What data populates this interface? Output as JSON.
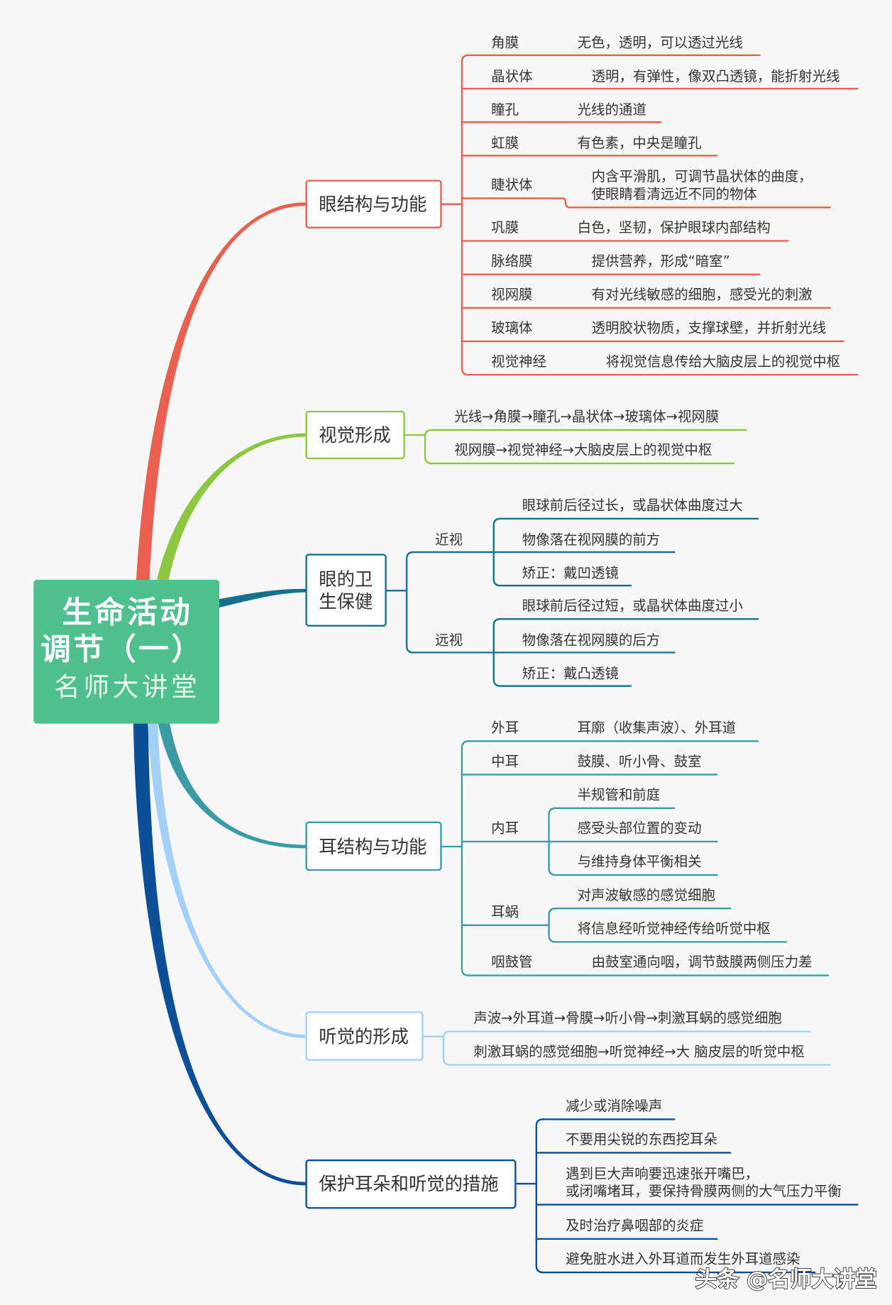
{
  "central": {
    "title_lines": [
      "生命活动",
      "调节（一）"
    ],
    "subtitle": "名师大讲堂",
    "color": "#4fc08d"
  },
  "eye_structure": {
    "title": "眼结构与功能",
    "color": "#e9604e",
    "items": [
      {
        "part": "角膜",
        "desc": "无色，透明，可以透过光线"
      },
      {
        "part": "晶状体",
        "desc": "透明，有弹性，像双凸透镜，能折射光线"
      },
      {
        "part": "瞳孔",
        "desc": "光线的通道"
      },
      {
        "part": "虹膜",
        "desc": "有色素，中央是瞳孔"
      },
      {
        "part": "睫状体",
        "desc_lines": [
          "内含平滑肌，可调节晶状体的曲度，",
          "使眼睛看清远近不同的物体"
        ]
      },
      {
        "part": "巩膜",
        "desc": "白色，坚韧，保护眼球内部结构"
      },
      {
        "part": "脉络膜",
        "desc": "提供营养，形成“暗室”"
      },
      {
        "part": "视网膜",
        "desc": "有对光线敏感的细胞，感受光的刺激"
      },
      {
        "part": "玻璃体",
        "desc": "透明胶状物质，支撑球壁，并折射光线"
      },
      {
        "part": "视觉神经",
        "desc": "将视觉信息传给大脑皮层上的视觉中枢"
      }
    ]
  },
  "vision_formation": {
    "title": "视觉形成",
    "color": "#8dc63f",
    "steps": [
      "光线→角膜→瞳孔→晶状体→玻璃体→视网膜",
      "视网膜→视觉神经→大脑皮层上的视觉中枢"
    ]
  },
  "eye_hygiene": {
    "title_lines": [
      "眼的卫",
      "生保健"
    ],
    "color": "#14708c",
    "myopia": {
      "label": "近视",
      "points": [
        "眼球前后径过长，或晶状体曲度过大",
        "物像落在视网膜的前方",
        "矫正：戴凹透镜"
      ]
    },
    "hyperopia": {
      "label": "远视",
      "points": [
        "眼球前后径过短，或晶状体曲度过小",
        "物像落在视网膜的后方",
        "矫正：戴凸透镜"
      ]
    }
  },
  "ear_structure": {
    "title": "耳结构与功能",
    "color": "#3a9ba5",
    "outer": {
      "part": "外耳",
      "desc": "耳廓（收集声波）、外耳道"
    },
    "middle": {
      "part": "中耳",
      "desc": "鼓膜、听小骨、鼓室"
    },
    "inner": {
      "part": "内耳",
      "points": [
        "半规管和前庭",
        "感受头部位置的变动",
        "与维持身体平衡相关"
      ]
    },
    "cochlea": {
      "part": "耳蜗",
      "points": [
        "对声波敏感的感觉细胞",
        "将信息经听觉神经传给听觉中枢"
      ]
    },
    "eustachian": {
      "part": "咽鼓管",
      "desc": "由鼓室通向咽，调节鼓膜两侧压力差"
    }
  },
  "hearing_formation": {
    "title": "听觉的形成",
    "color": "#a3d0f7",
    "steps": [
      "声波→外耳道→骨膜→听小骨→刺激耳蜗的感觉细胞",
      "刺激耳蜗的感觉细胞→听觉神经→大 脑皮层的听觉中枢"
    ]
  },
  "ear_protection": {
    "title": "保护耳朵和听觉的措施",
    "color": "#0a4f97",
    "measures": [
      [
        "减少或消除噪声"
      ],
      [
        "不要用尖锐的东西挖耳朵"
      ],
      [
        "遇到巨大声响要迅速张开嘴巴，",
        "或闭嘴堵耳，要保持骨膜两侧的大气压力平衡"
      ],
      [
        "及时治疗鼻咽部的炎症"
      ],
      [
        "避免脏水进入外耳道而发生外耳道感染"
      ]
    ]
  },
  "watermark": "头条 @名师大讲堂"
}
